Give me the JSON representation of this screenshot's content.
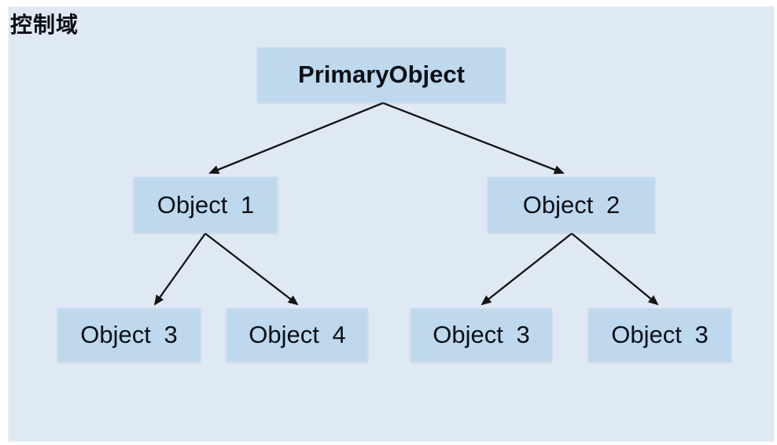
{
  "title": "控制域",
  "diagram": {
    "type": "tree",
    "nodes": [
      {
        "id": "primary",
        "label": "PrimaryObject",
        "level": 0,
        "parent": null
      },
      {
        "id": "object1",
        "label": "Object 1",
        "level": 1,
        "parent": "primary"
      },
      {
        "id": "object2",
        "label": "Object 2",
        "level": 1,
        "parent": "primary"
      },
      {
        "id": "object3a",
        "label": "Object 3",
        "level": 2,
        "parent": "object1"
      },
      {
        "id": "object4",
        "label": "Object 4",
        "level": 2,
        "parent": "object1"
      },
      {
        "id": "object3b",
        "label": "Object 3",
        "level": 2,
        "parent": "object2"
      },
      {
        "id": "object3c",
        "label": "Object 3",
        "level": 2,
        "parent": "object2"
      }
    ],
    "edges": [
      {
        "from": "primary",
        "to": "object1"
      },
      {
        "from": "primary",
        "to": "object2"
      },
      {
        "from": "object1",
        "to": "object3a"
      },
      {
        "from": "object1",
        "to": "object4"
      },
      {
        "from": "object2",
        "to": "object3b"
      },
      {
        "from": "object2",
        "to": "object3c"
      }
    ]
  },
  "colors": {
    "page_bg": "#ffffff",
    "panel_bg": "#dfe9f4",
    "node_fill": "#bed8ee",
    "node_border": "#c9ddf0",
    "arrow": "#141414",
    "text": "#0b1016"
  }
}
